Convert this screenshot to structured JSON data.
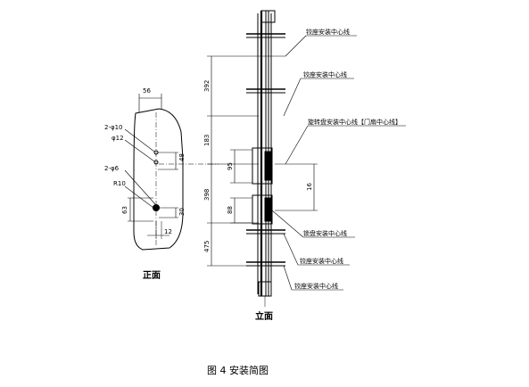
{
  "front_view": {
    "title": "正面",
    "dims": {
      "top_width": "56",
      "hole_small": "2-φ10",
      "hole_small_sub": "φ12",
      "hole_large": "2-φ6",
      "radius": "R10",
      "vert_48": "48",
      "vert_63": "63",
      "vert_30": "30",
      "horiz_12": "12"
    }
  },
  "elevation_view": {
    "title": "立面",
    "dims": {
      "d_392": "392",
      "d_183": "183",
      "d_95": "95",
      "d_398": "398",
      "d_88": "88",
      "d_475": "475",
      "d_16": "16"
    },
    "labels": {
      "l1": "铰座安装中心线",
      "l2": "铰座安装中心线",
      "l3": "旋转盘安装中心线【门扇中心线】",
      "l4": "锁盘安装中心线",
      "l5": "铰座安装中心线",
      "l6": "铰座安装中心线"
    }
  },
  "caption": "图 4   安装简图"
}
